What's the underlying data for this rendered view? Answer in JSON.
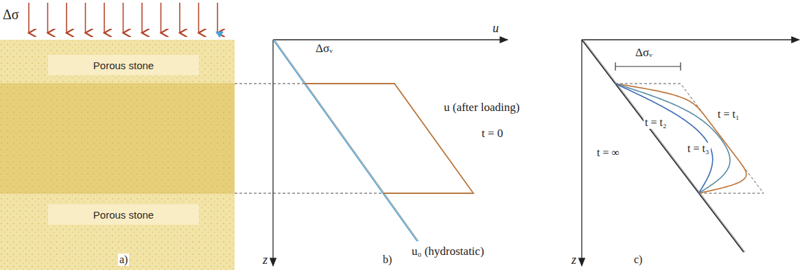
{
  "diagram": {
    "nodes": [
      {
        "text": [
          "Porous stone"
        ]
      },
      {
        "text": [
          "Porous stone"
        ]
      }
    ],
    "labels": [
      "Δσ",
      "u",
      "z",
      "Δσᵥ",
      "u (after loading)",
      "t = 0",
      "u₀ (hydrostatic)",
      "a)",
      "b)",
      "z",
      "Δσᵥ",
      "t = t₂",
      "t = t₁",
      "t = t₃",
      "t = ∞",
      "c)"
    ]
  }
}
